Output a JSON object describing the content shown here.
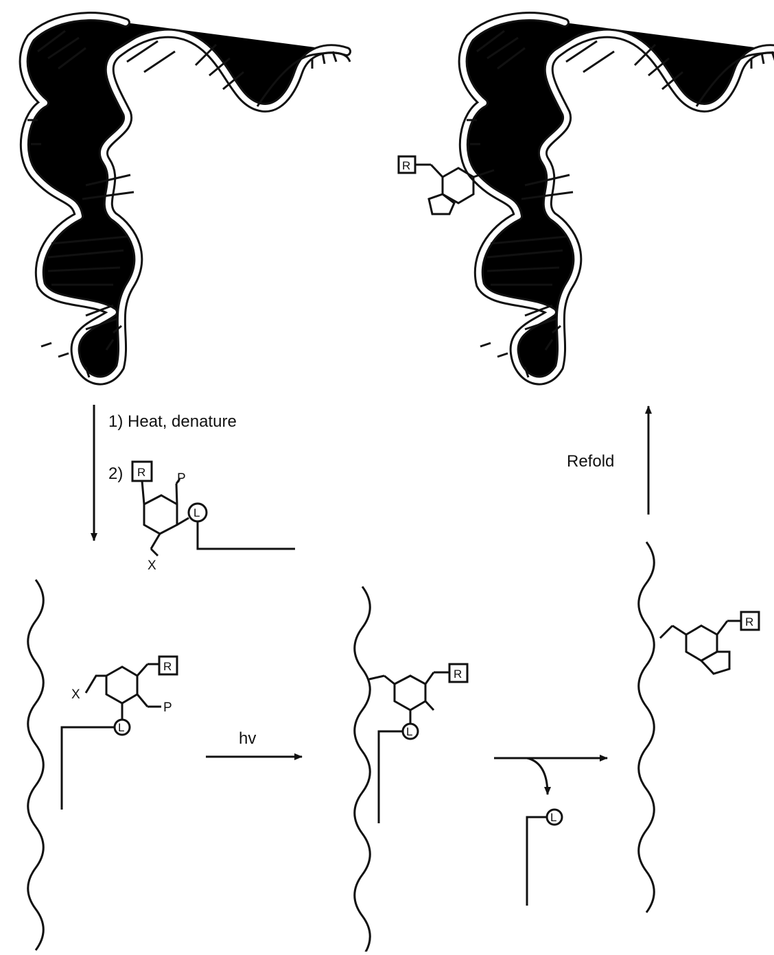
{
  "steps": {
    "step1": "1) Heat, denature",
    "step2_prefix": "2)",
    "refold": "Refold",
    "photolysis": "hv"
  },
  "atoms": {
    "R": "R",
    "P": "P",
    "X": "X",
    "L": "L"
  },
  "colors": {
    "ink": "#111111",
    "background": "#ffffff"
  }
}
